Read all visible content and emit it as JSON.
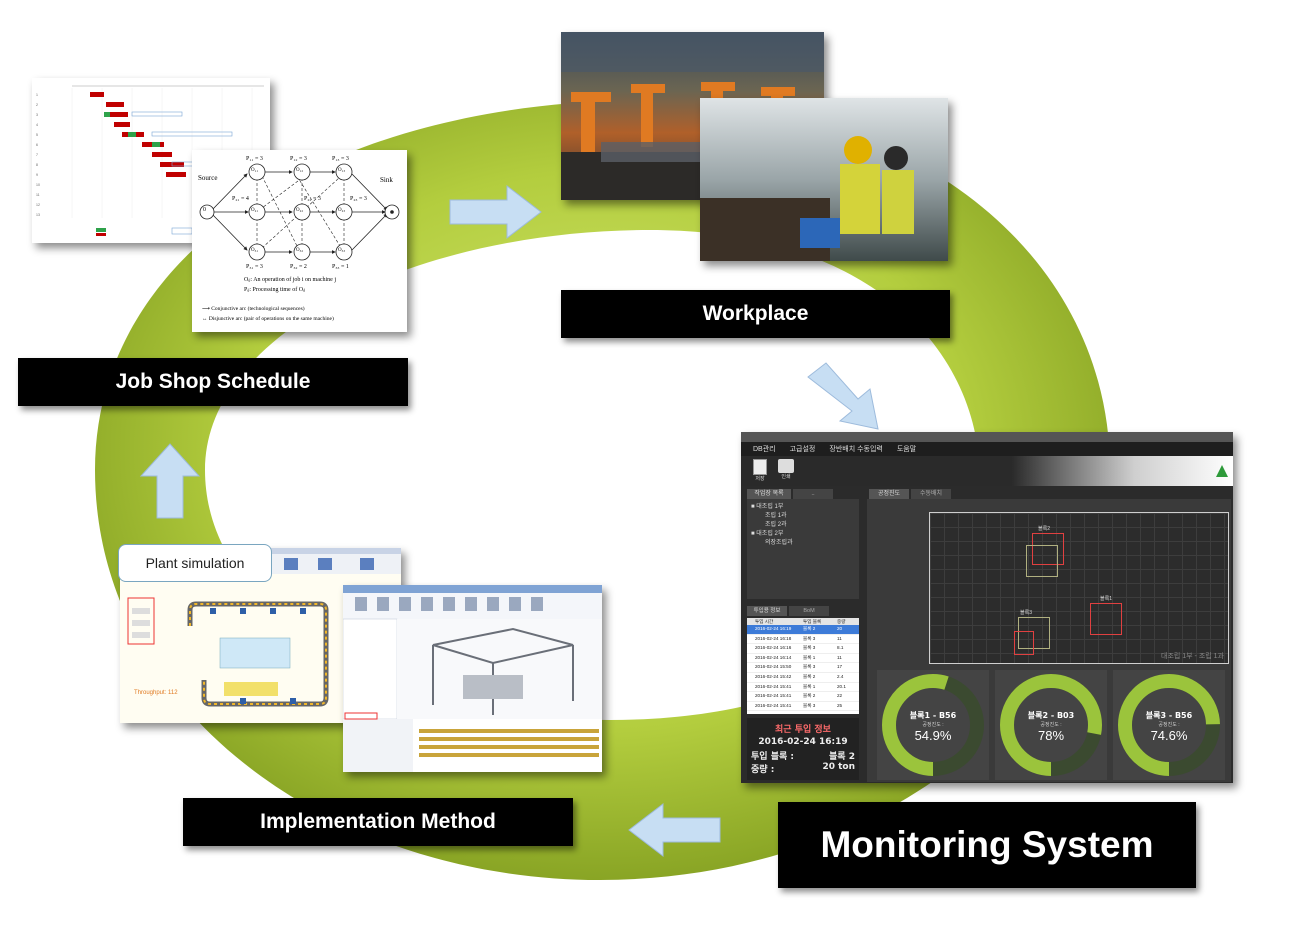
{
  "labels": {
    "job_shop": "Job Shop Schedule",
    "workplace": "Workplace",
    "implementation": "Implementation  Method",
    "monitoring": "Monitoring System",
    "plant_sim": "Plant simulation"
  },
  "network": {
    "source": "Source",
    "sink": "Sink",
    "p11": "P₁₁ = 3",
    "p12": "P₁₂ = 3",
    "p13": "P₁₃ = 3",
    "p21": "P₂₁ = 4",
    "p22": "P₂₂ = 3",
    "p23": "P₂₃ = 3",
    "p31": "P₃₁ = 3",
    "p32": "P₃₂ = 2",
    "p33": "P₃₃ = 1",
    "o11": "O₁₁",
    "o12": "O₁₂",
    "o13": "O₁₃",
    "o21": "O₂₁",
    "o22": "O₂₂",
    "o23": "O₂₃",
    "o31": "O₃₁",
    "o32": "O₃₂",
    "o33": "O₃₃",
    "zero": "0",
    "legend1": "Oᵢⱼ: An operation of job i on machine j",
    "legend2": "Pᵢⱼ: Processing time of Oᵢⱼ",
    "legend3": "Conjunctive arc (technological sequences)",
    "legend4": "Disjunctive arc (pair of operations on the same machine)"
  },
  "monitor": {
    "menu": [
      "DB관리",
      "고급설정",
      "장반배치 수동입력",
      "도움말"
    ],
    "tool_save": "저장",
    "tool_print": "인쇄",
    "tab_worklist": "작업장 목록",
    "tab_progress": "공정진도",
    "tab_manual": "수동배치",
    "tree": [
      "■ 대조립 1부",
      "조립 1과",
      "조립 2과",
      "■ 대조립 2부",
      "의장조립과"
    ],
    "tab_input": "투입용 정보",
    "tab_bom": "BoM",
    "table_headers": [
      "투입 시간",
      "투입 블록",
      "중량"
    ],
    "table_rows": [
      [
        "2016-02-24 16:19",
        "블록 2",
        "20"
      ],
      [
        "2016-02-24 16:18",
        "블록 3",
        "11"
      ],
      [
        "2016-02-24 16:16",
        "블록 3",
        "8.1"
      ],
      [
        "2016-02-24 16:14",
        "블록 1",
        "11"
      ],
      [
        "2016-02-24 15:50",
        "블록 3",
        "17"
      ],
      [
        "2016-02-24 15:42",
        "블록 2",
        "2.4"
      ],
      [
        "2016-02-24 15:41",
        "블록 1",
        "20.1"
      ],
      [
        "2016-02-24 15:41",
        "블록 2",
        "22"
      ],
      [
        "2016-02-24 15:41",
        "블록 3",
        "25"
      ]
    ],
    "recent_title": "최근 투입 정보",
    "recent_time": "2016-02-24 16:19",
    "recent_block_label": "투입 블록  :",
    "recent_block_value": "블록 2",
    "recent_weight_label": "중량       :",
    "recent_weight_value": "20 ton",
    "map_blocks": [
      "블록2",
      "블록1",
      "블록3"
    ],
    "map_caption": "대조립 1부 - 조립 1과",
    "gauges": [
      {
        "title": "블록1 - B56",
        "sub": "공정진도 :",
        "value": "54.9%",
        "fraction": 0.549
      },
      {
        "title": "블록2 - B03",
        "sub": "공정진도 :",
        "value": "78%",
        "fraction": 0.78
      },
      {
        "title": "블록3 - B56",
        "sub": "공정진도 :",
        "value": "74.6%",
        "fraction": 0.746
      }
    ]
  },
  "colors": {
    "ring": "#a8c43a",
    "ring_dark": "#7f9a20",
    "arrow": "#bcd7f0",
    "gauge": "#9bc43c",
    "gauge_track": "#3b4a30"
  }
}
